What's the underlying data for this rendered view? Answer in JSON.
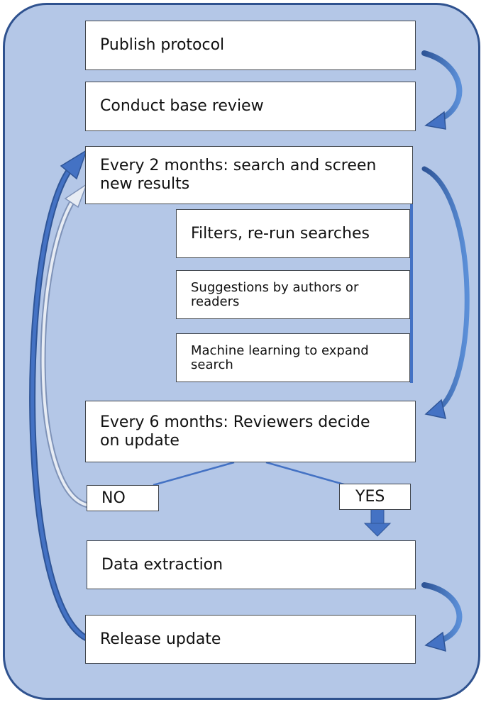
{
  "steps": {
    "publish": "Publish protocol",
    "base_review": "Conduct base review",
    "every2": "Every 2 months: search and screen new results",
    "filters": "Filters, re-run searches",
    "suggestions": "Suggestions by authors or readers",
    "ml": "Machine learning to expand search",
    "every6": "Every 6 months: Reviewers decide on update",
    "no": "NO",
    "yes": "YES",
    "extraction": "Data extraction",
    "release": "Release update"
  },
  "colors": {
    "background": "#b4c7e7",
    "frame_border": "#2f528f",
    "arrow": "#4472c4",
    "arrow_dark": "#2f5597",
    "box_fill": "#ffffff"
  }
}
